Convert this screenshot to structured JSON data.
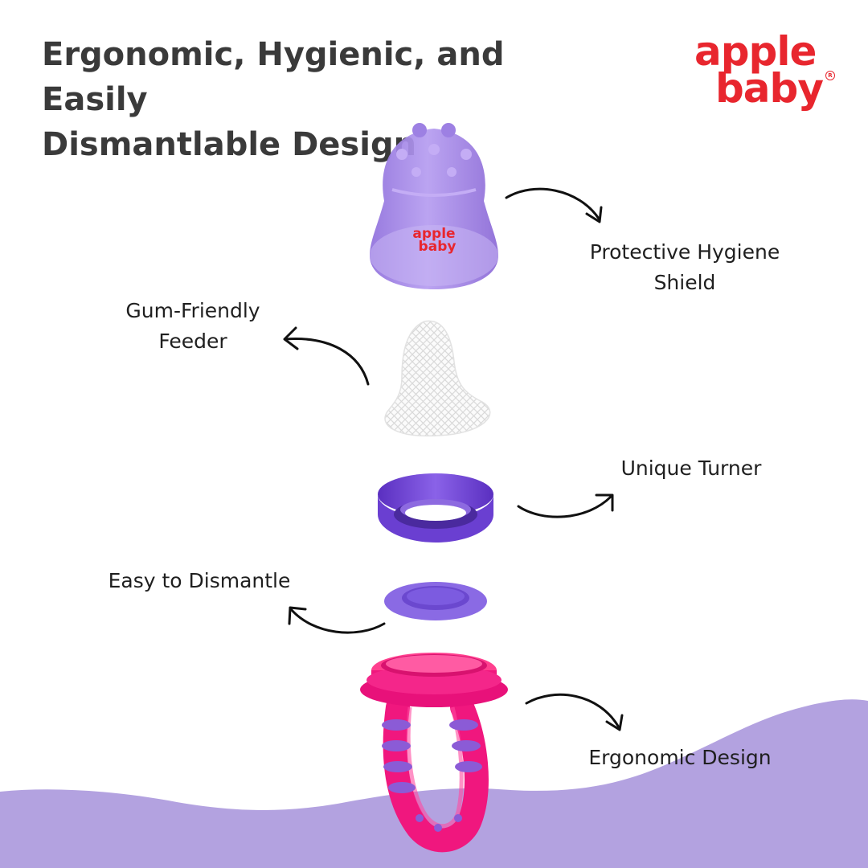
{
  "header": {
    "title_line1": "Ergonomic, Hygienic, and Easily",
    "title_line2": "Dismantlable Design"
  },
  "brand": {
    "logo_word1": "apple",
    "logo_word2": "baby",
    "registered_mark": "R",
    "shield_logo_word1": "apple",
    "shield_logo_word2": "baby"
  },
  "callouts": {
    "hygiene_shield": {
      "line1": "Protective Hygiene",
      "line2": "Shield"
    },
    "feeder": {
      "line1": "Gum-Friendly",
      "line2": "Feeder"
    },
    "turner": {
      "line1": "Unique Turner"
    },
    "dismantle": {
      "line1": "Easy to Dismantle"
    },
    "ergonomic": {
      "line1": "Ergonomic Design"
    }
  },
  "colors": {
    "title_text": "#3a3a3a",
    "label_text": "#1f1f1f",
    "brand_red": "#e8262e",
    "purple_shield": "#a98ae6",
    "purple_ring": "#6a3fd1",
    "purple_wave": "#b3a2e0",
    "pink_handle": "#f0177e",
    "mesh_white": "#f4f4f4"
  },
  "icons": {
    "arrow": "curved-arrow-icon"
  }
}
